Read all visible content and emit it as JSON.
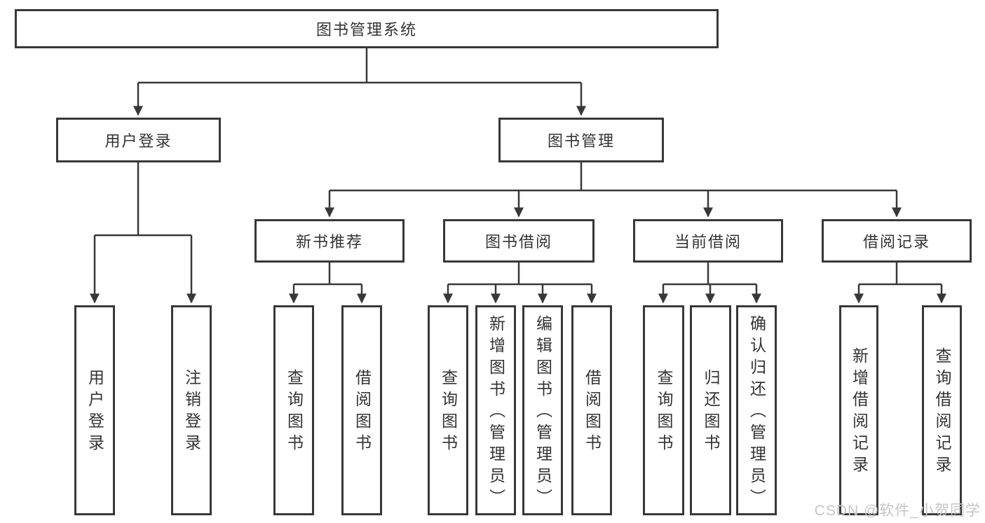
{
  "diagram": {
    "type": "hierarchy-tree",
    "root": {
      "label": "图书管理系统",
      "children": [
        {
          "label": "用户登录",
          "children": [
            {
              "label": "用户登录"
            },
            {
              "label": "注销登录"
            }
          ]
        },
        {
          "label": "图书管理",
          "children": [
            {
              "label": "新书推荐",
              "children": [
                {
                  "label": "查询图书"
                },
                {
                  "label": "借阅图书"
                }
              ]
            },
            {
              "label": "图书借阅",
              "children": [
                {
                  "label": "查询图书"
                },
                {
                  "label": "新增图书（管理员）"
                },
                {
                  "label": "编辑图书（管理员）"
                },
                {
                  "label": "借阅图书"
                }
              ]
            },
            {
              "label": "当前借阅",
              "children": [
                {
                  "label": "查询图书"
                },
                {
                  "label": "归还图书"
                },
                {
                  "label": "确认归还（管理员）"
                }
              ]
            },
            {
              "label": "借阅记录",
              "children": [
                {
                  "label": "新增借阅记录"
                },
                {
                  "label": "查询借阅记录"
                }
              ]
            }
          ]
        }
      ]
    }
  },
  "watermark": {
    "text": "CSDN @软件_小贺同学"
  },
  "colors": {
    "line": "#383838",
    "text": "#333333",
    "box_background": "#ffffff",
    "watermark": "#c6c6c6"
  }
}
